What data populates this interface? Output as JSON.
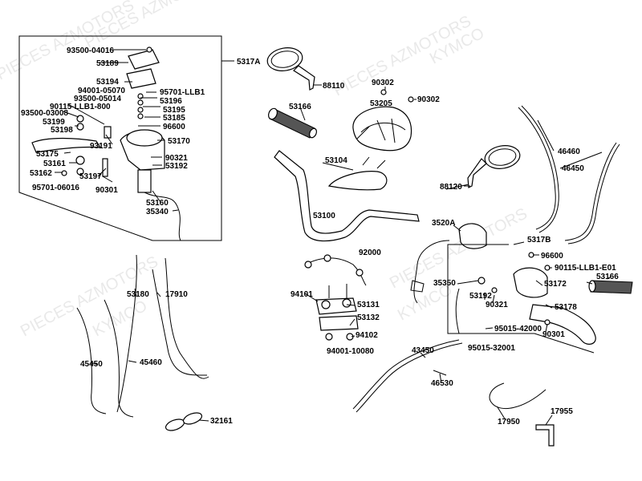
{
  "watermarks": [
    "PIECES AZMOTORS",
    "KYMCO"
  ],
  "labels": {
    "l93500_04016": "93500-04016",
    "l53189": "53189",
    "l5317A": "5317A",
    "l53194": "53194",
    "l94001_05070": "94001-05070",
    "l95701_LLB1": "95701-LLB1",
    "l93500_05014": "93500-05014",
    "l53196": "53196",
    "l90115_LLB1_800": "90115-LLB1-800",
    "l53195": "53195",
    "l93500_03008": "93500-03008",
    "l53185": "53185",
    "l53199": "53199",
    "l53198": "53198",
    "l96600a": "96600",
    "l93191": "93191",
    "l53170": "53170",
    "l53175": "53175",
    "l90321a": "90321",
    "l53161": "53161",
    "l53192a": "53192",
    "l53162": "53162",
    "l53197": "53197",
    "l95701_06016": "95701-06016",
    "l90301a": "90301",
    "l53160": "53160",
    "l35340": "35340",
    "l88110": "88110",
    "l90302a": "90302",
    "l90302b": "90302",
    "l53205": "53205",
    "l53166a": "53166",
    "l53104": "53104",
    "l46460": "46460",
    "l46450": "46450",
    "l88120": "88120",
    "l53100": "53100",
    "l3520A": "3520A",
    "l5317B": "5317B",
    "l96600b": "96600",
    "l90115_LLB1_E01": "90115-LLB1-E01",
    "l53166b": "53166",
    "l53180": "53180",
    "l17910": "17910",
    "l92000": "92000",
    "l35350": "35350",
    "l53172": "53172",
    "l94101": "94101",
    "l53131": "53131",
    "l53192b": "53192",
    "l90321b": "90321",
    "l53178": "53178",
    "l53132": "53132",
    "l94102": "94102",
    "l95015_42000": "95015-42000",
    "l90301b": "90301",
    "l94001_10080": "94001-10080",
    "l95015_32001": "95015-32001",
    "l45450": "45450",
    "l45460": "45460",
    "l43450": "43450",
    "l46530": "46530",
    "l17955": "17955",
    "l17950": "17950",
    "l32161": "32161"
  }
}
